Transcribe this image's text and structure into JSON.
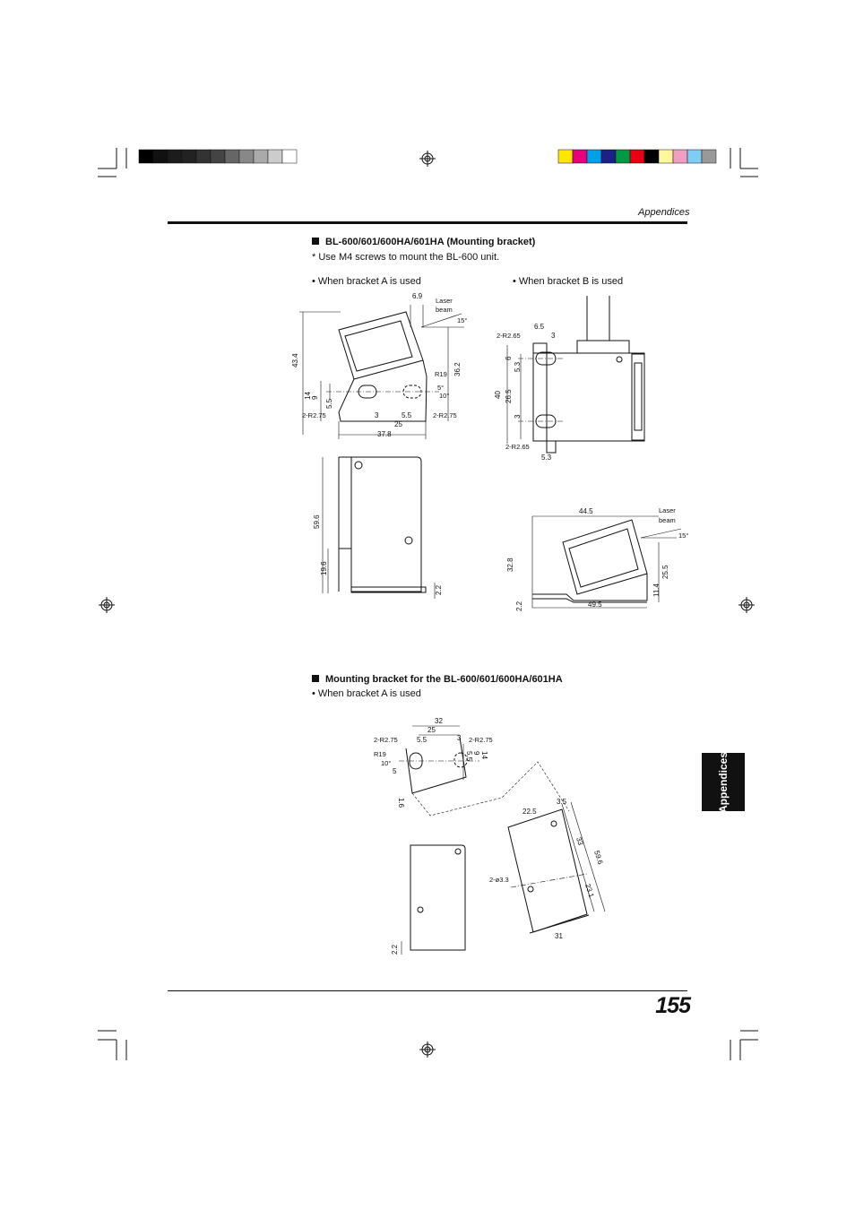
{
  "header": {
    "section": "Appendices"
  },
  "page_number": "155",
  "side_tab": "Appendices",
  "section1": {
    "heading": "BL-600/601/600HA/601HA (Mounting bracket)",
    "note": "*   Use M4 screws to mount the BL-600 unit.",
    "caption_a": "• When bracket A is used",
    "caption_b": "• When bracket B is used"
  },
  "section2": {
    "heading": "Mounting bracket for the BL-600/601/600HA/601HA",
    "caption_a": "• When bracket A is used"
  },
  "drawing_labels": {
    "laser": "Laser",
    "beam": "beam",
    "r2_75": "2-R2.75",
    "r2_65": "2-R2.65",
    "r19": "R19",
    "hole": "2-ø3.3",
    "deg15": "15°",
    "deg10": "10°",
    "deg5": "5°"
  },
  "dimensions_a": {
    "d6_9": "6.9",
    "d43_4": "43.4",
    "d36_2": "36.2",
    "d14": "14",
    "d9": "9",
    "d5_5": "5.5",
    "d3": "3",
    "d25": "25",
    "d5_5b": "5.5",
    "d37_8": "37.8",
    "d59_6": "59.6",
    "d19_6": "19.6",
    "d2_2": "2.2"
  },
  "dimensions_b": {
    "d6_5": "6.5",
    "d3": "3",
    "d6": "6",
    "d5_3": "5.3",
    "d26_5": "26.5",
    "d40": "40",
    "d3b": "3",
    "d5_3b": "5.3",
    "d44_5": "44.5",
    "d32_8": "32.8",
    "d25_5": "25.5",
    "d11_4": "11.4",
    "d2_2": "2.2",
    "d49_5": "49.5"
  },
  "dimensions_c": {
    "d32": "32",
    "d25": "25",
    "d5_5": "5.5",
    "d3": "3",
    "d5_5b": "5.5",
    "d9": "9",
    "d14": "14",
    "d5": "5",
    "d1_6": "1.6",
    "d22_5": "22.5",
    "d3_5": "3.5",
    "d33": "33",
    "d59_6": "59.6",
    "d23_1": "23.1",
    "d31": "31",
    "d2_2": "2.2"
  }
}
